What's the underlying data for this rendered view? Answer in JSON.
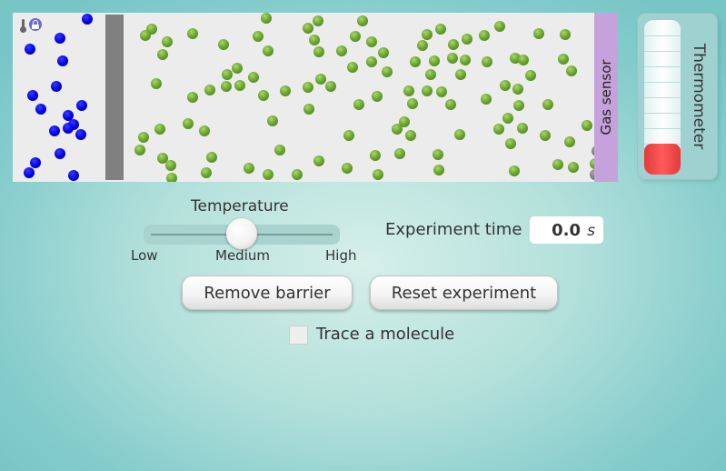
{
  "simulation": {
    "gas_sensor_label": "Gas sensor",
    "molecule_colors": {
      "green": "#6fa832",
      "blue": "#0000e6",
      "grey": "#777777"
    },
    "barrier_color": "#808080",
    "sensor_color": "#c6a2dc",
    "icons": [
      "thermometer-icon",
      "lock-icon"
    ]
  },
  "thermometer": {
    "label": "Thermometer",
    "level": 0.2,
    "fill_color": "#e23a3a"
  },
  "temperature": {
    "label": "Temperature",
    "min_label": "Low",
    "mid_label": "Medium",
    "max_label": "High",
    "value": 0.5
  },
  "experiment_time": {
    "label": "Experiment time",
    "value": "0.0",
    "unit": "s"
  },
  "buttons": {
    "remove_barrier": "Remove barrier",
    "reset": "Reset experiment"
  },
  "trace": {
    "label": "Trace a molecule",
    "checked": false
  }
}
